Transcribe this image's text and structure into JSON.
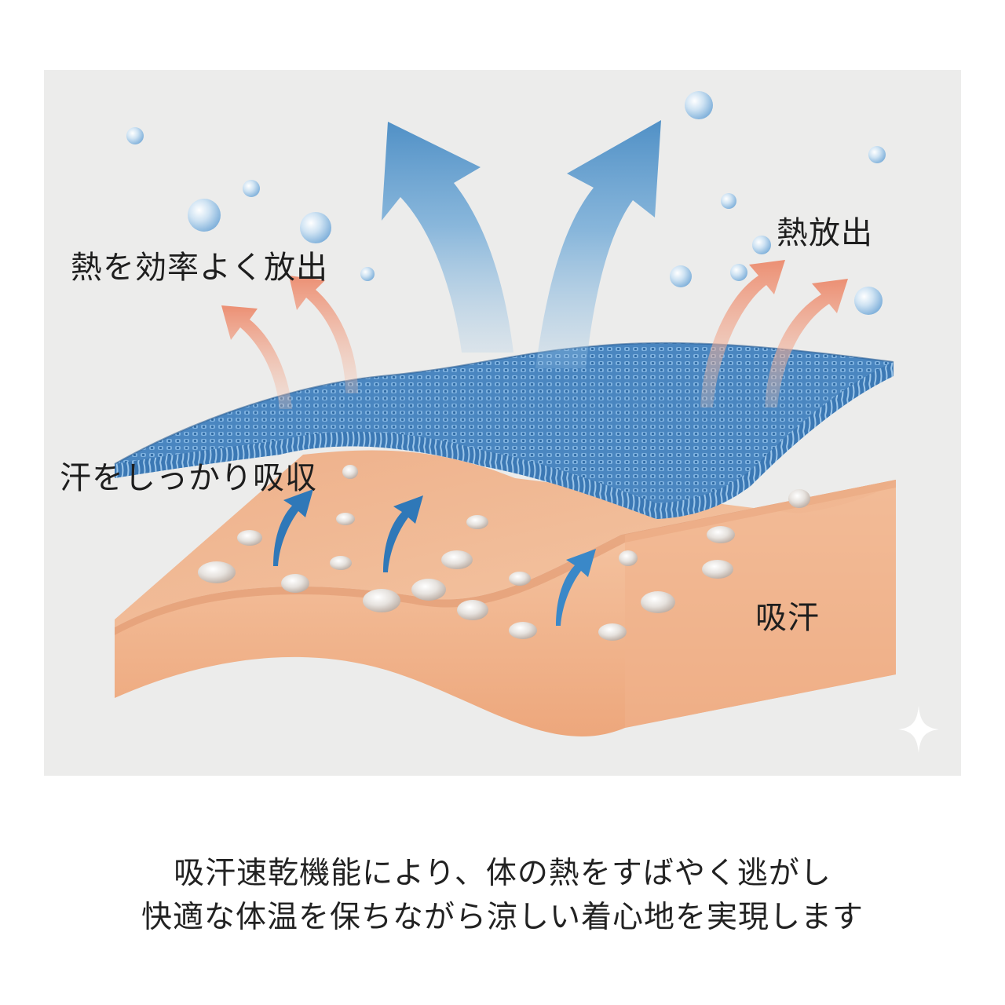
{
  "diagram": {
    "labels": {
      "heat_efficient": "熱を効率よく放出",
      "heat_release": "熱放出",
      "sweat_absorb": "汗をしっかり吸収",
      "absorb": "吸汗"
    },
    "icons": {
      "blue_arrows": "air-flow-arrow-icon",
      "peach_arrows": "heat-arrow-icon",
      "small_blue_arrows": "sweat-absorb-arrow-icon",
      "bubbles": "water-bubble-icon",
      "sparkle": "sparkle-icon"
    },
    "colors": {
      "panel_background": "#ececeb",
      "fabric_blue": "#4f8ec8",
      "skin_peach": "#f2bb96",
      "heat_arrow": "#ee9d83",
      "air_arrow": "#4a8fc6"
    }
  },
  "caption": {
    "line1": "吸汗速乾機能により、体の熱をすばやく逃がし",
    "line2": "快適な体温を保ちながら涼しい着心地を実現します"
  }
}
